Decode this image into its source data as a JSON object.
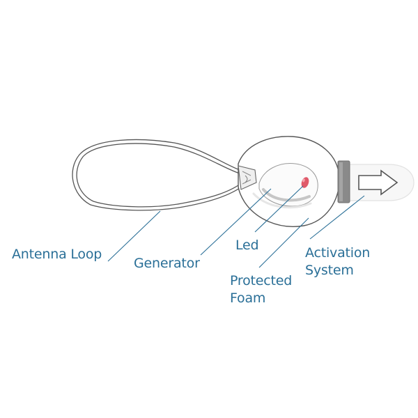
{
  "labels": {
    "antenna_loop": "Antenna Loop",
    "generator": "Generator",
    "led": "Led",
    "protected_foam": [
      "Protected",
      "Foam"
    ],
    "activation_system": [
      "Activation",
      "System"
    ]
  },
  "colors": {
    "label_text": "#2a6f97",
    "leader_line": "#2a6f97",
    "outline": "#555555",
    "led": "#e05a6a",
    "activation_band": "#8a8a8a"
  }
}
